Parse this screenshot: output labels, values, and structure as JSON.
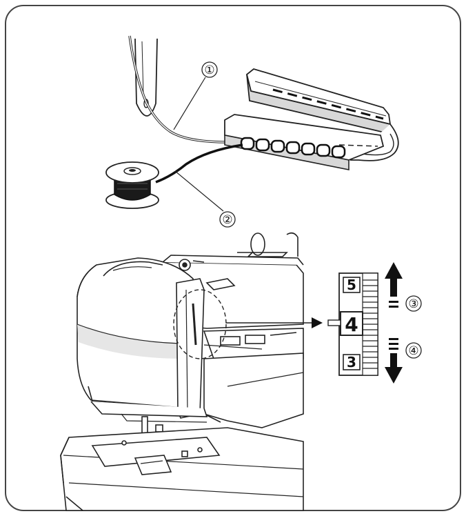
{
  "callouts": {
    "c1": "①",
    "c2": "②",
    "c3": "③",
    "c4": "④"
  },
  "tension_dial": {
    "upper": "5",
    "current": "4",
    "lower": "3"
  },
  "colors": {
    "line": "#222222",
    "frame": "#444444",
    "shade": "#bfbfbf",
    "light_shade": "#e6e6e6",
    "bobbin_thread": "#111111"
  },
  "icons": {
    "up_arrow": "arrow-up-icon",
    "down_arrow": "arrow-down-icon",
    "pointer": "triangle-pointer-icon"
  }
}
